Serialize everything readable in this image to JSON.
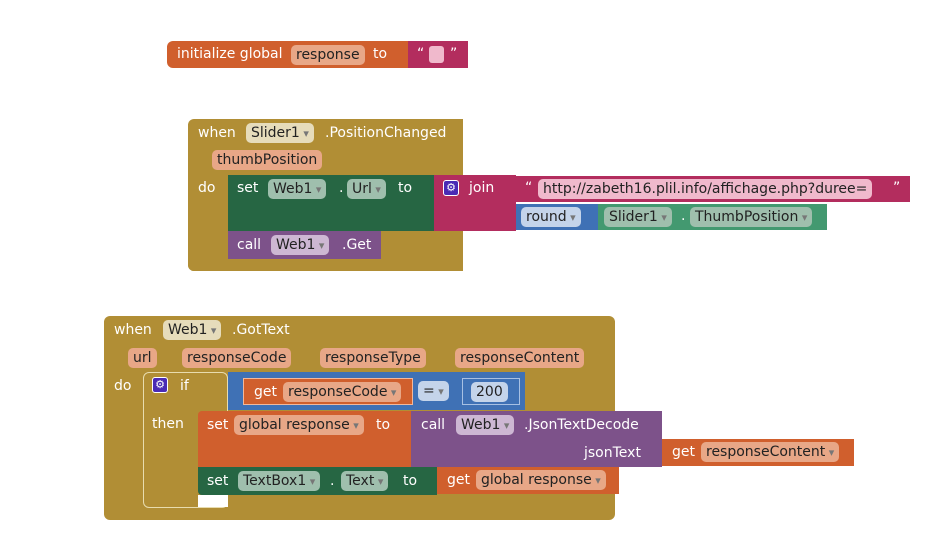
{
  "init_block": {
    "kw": "initialize global",
    "name": "response",
    "to": "to",
    "open_quote": "“",
    "close_quote": "”"
  },
  "slider_event": {
    "when": "when",
    "component": "Slider1",
    "event": ".PositionChanged",
    "param": "thumbPosition",
    "do": "do",
    "set_kw": "set",
    "set_component": "Web1",
    "dot": ".",
    "set_property": "Url",
    "to": "to",
    "join": "join",
    "url_text": "http://zabeth16.plil.info/affichage.php?duree=",
    "round": "round",
    "getter_component": "Slider1",
    "getter_property": "ThumbPosition",
    "call_kw": "call",
    "call_component": "Web1",
    "call_method": ".Get"
  },
  "web_event": {
    "when": "when",
    "component": "Web1",
    "event": ".GotText",
    "params": [
      "url",
      "responseCode",
      "responseType",
      "responseContent"
    ],
    "do": "do",
    "if": "if",
    "then": "then",
    "get": "get",
    "compare_var": "responseCode",
    "op": "=",
    "number": "200",
    "set_kw": "set",
    "global_var": "global response",
    "to": "to",
    "call_kw": "call",
    "call_component": "Web1",
    "call_method": ".JsonTextDecode",
    "arg_label": "jsonText",
    "arg_var": "responseContent",
    "set2_component": "TextBox1",
    "dot": ".",
    "set2_property": "Text",
    "get2_var": "global response"
  },
  "colors": {
    "event": "#b18e35",
    "variable": "#d05f2d",
    "text": "#b32d5e",
    "component_set": "#266643",
    "component_call": "#7d528a",
    "math": "#3f71b5"
  }
}
